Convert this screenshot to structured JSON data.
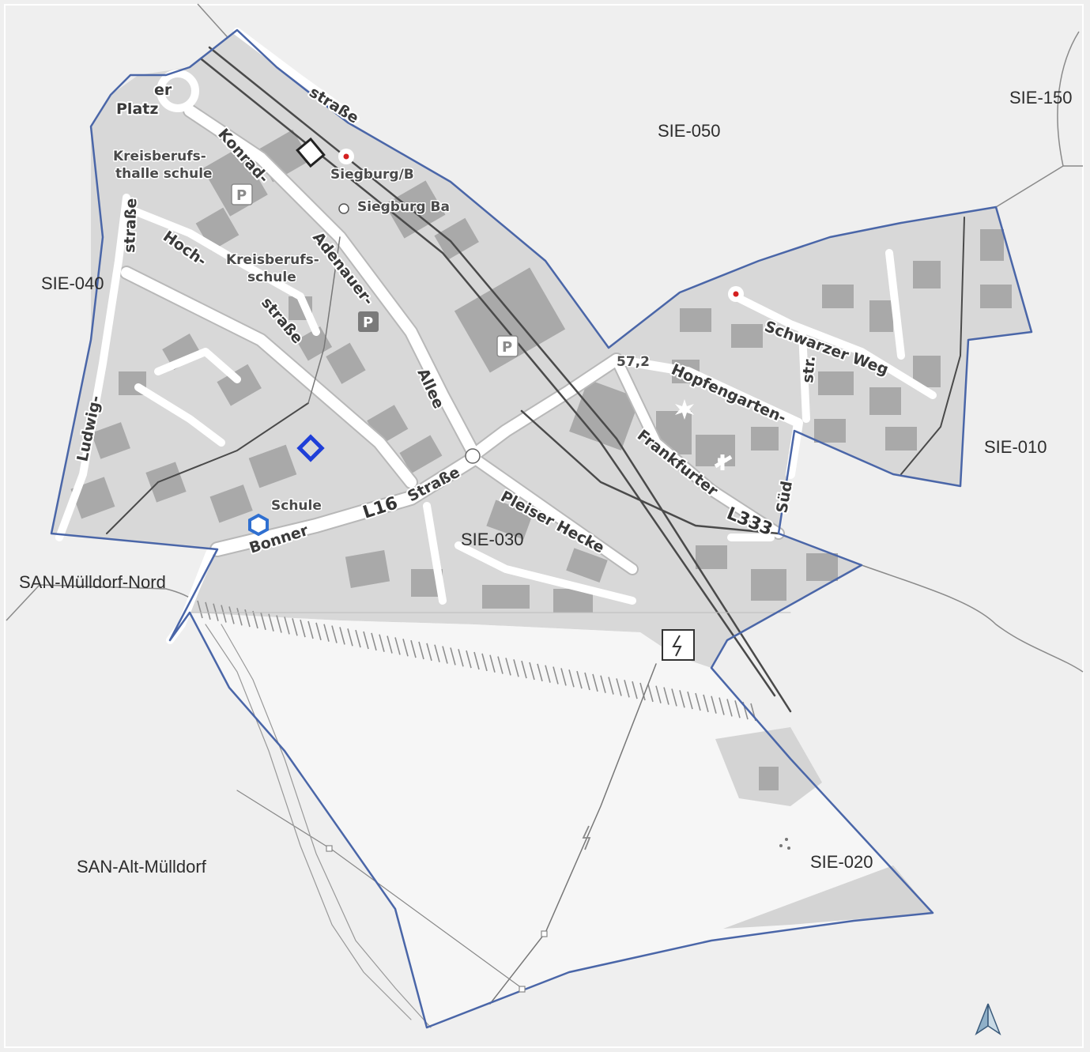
{
  "districts": {
    "sie050": "SIE-050",
    "sie150": "SIE-150",
    "sie040": "SIE-040",
    "sie010": "SIE-010",
    "sie030": "SIE-030",
    "sie020": "SIE-020",
    "san_muelldorf_nord": "SAN-Mülldorf-Nord",
    "san_alt_muelldorf": "SAN-Alt-Mülldorf"
  },
  "streets": {
    "platz_part1": "er",
    "platz_part2": "Platz",
    "strasse_top": "straße",
    "konrad": "Konrad-",
    "adenauer": "Adenauer-",
    "allee": "Allee",
    "hoch": "Hoch-",
    "hoch_strasse": "straße",
    "strasse_left": "straße",
    "ludwig": "Ludwig-",
    "bonner": "Bonner",
    "l16": "L16",
    "l16_strasse": "Straße",
    "pleiser": "Pleiser Hecke",
    "frankfurter": "Frankfurter",
    "l333": "L333",
    "hopfengarten": "Hopfengarten-",
    "schwarzer_weg": "Schwarzer Weg",
    "str_short": "str.",
    "sud": "Süd"
  },
  "pois": {
    "kreisberufs_1a": "Kreisberufs-",
    "kreisberufs_1b": "thalle schule",
    "kreisberufs_2a": "Kreisberufs-",
    "kreisberufs_2b": "schule",
    "siegburg_1": "Siegburg/B",
    "siegburg_2": "Siegburg Ba",
    "schule": "Schule",
    "parking": "P",
    "elevation": "57,2"
  },
  "colors": {
    "background": "#efefef",
    "settlement": "#d8d8d8",
    "open_area": "#f5f5f5",
    "building": "#a9a9a9",
    "boundary": "#4a66a8",
    "marker_blue": "#1f3fd8",
    "marker_hex": "#2f6fd0",
    "marker_red": "#d42020"
  },
  "icons": {
    "station": "railway-station-icon",
    "parking": "parking-icon",
    "transformer": "power-substation-icon",
    "church": "church-icon",
    "north_arrow": "north-arrow-icon"
  }
}
